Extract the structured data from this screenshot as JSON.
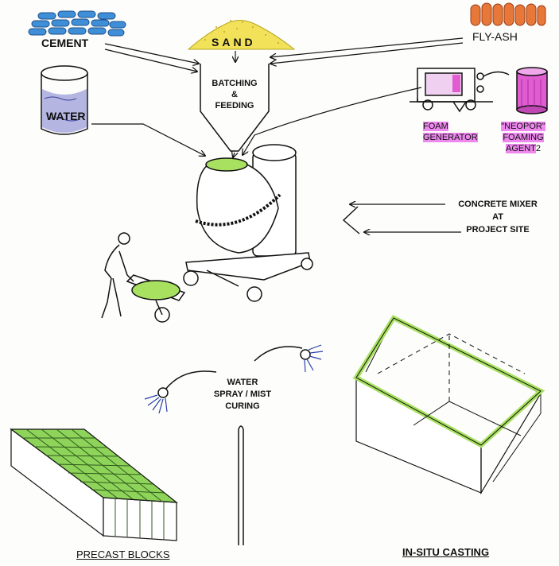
{
  "inputs": {
    "cement": "CEMENT",
    "sand": "SAND",
    "fly_ash": "FLY-ASH",
    "water": "WATER"
  },
  "batching": {
    "line1": "BATCHING",
    "line2": "&",
    "line3": "FEEDING"
  },
  "foam_generator": {
    "line1": "FOAM",
    "line2": "GENERATOR"
  },
  "foaming_agent": {
    "line1": "\"NEOPOR\"",
    "line2": "FOAMING",
    "line3": "AGENT",
    "suffix": "2"
  },
  "mixer": {
    "line1": "CONCRETE MIXER",
    "line2": "AT",
    "line3": "PROJECT SITE"
  },
  "curing": {
    "line1": "WATER",
    "line2": "SPRAY / MIST",
    "line3": "CURING"
  },
  "outputs": {
    "precast": "PRECAST BLOCKS",
    "insitu": "IN-SITU CASTING"
  },
  "colors": {
    "cement": "#3f8fd8",
    "sand": "#f2e25a",
    "fly_ash": "#e8783a",
    "water": "#5a5fc0",
    "foam_agent": "#e05cd0",
    "highlight": "#ee88ee",
    "fresh_concrete": "#a8e060",
    "grid_green": "#8fd45a"
  }
}
